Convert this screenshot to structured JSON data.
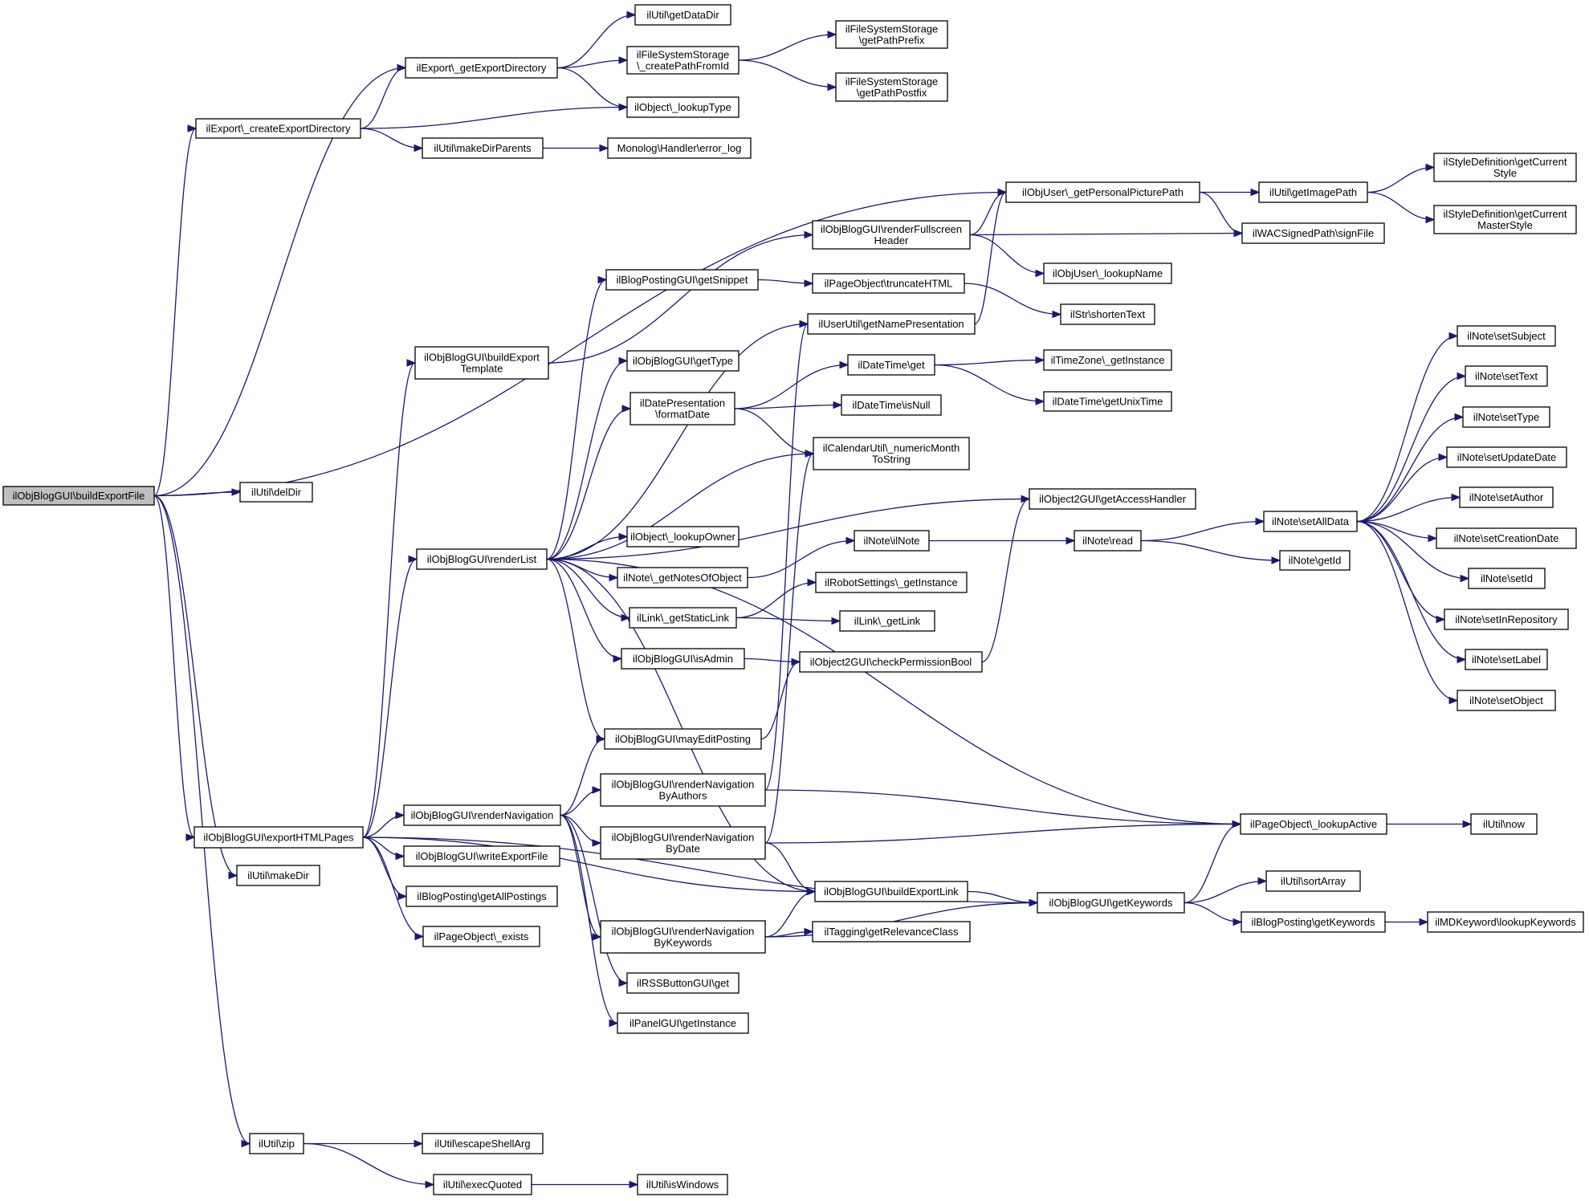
{
  "diagram": {
    "title": "",
    "nodes": [
      {
        "id": "root",
        "lines": [
          "ilObjBlogGUI\\buildExportFile"
        ]
      },
      {
        "id": "n1",
        "lines": [
          "ilExport\\_createExportDirectory"
        ]
      },
      {
        "id": "n2",
        "lines": [
          "ilExport\\_getExportDirectory"
        ]
      },
      {
        "id": "n3",
        "lines": [
          "ilUtil\\getDataDir"
        ]
      },
      {
        "id": "n4",
        "lines": [
          "ilFileSystemStorage",
          "\\_createPathFromId"
        ]
      },
      {
        "id": "n5",
        "lines": [
          "ilFileSystemStorage",
          "\\getPathPrefix"
        ]
      },
      {
        "id": "n6",
        "lines": [
          "ilFileSystemStorage",
          "\\getPathPostfix"
        ]
      },
      {
        "id": "n7",
        "lines": [
          "ilObject\\_lookupType"
        ]
      },
      {
        "id": "n8",
        "lines": [
          "ilUtil\\makeDirParents"
        ]
      },
      {
        "id": "n9",
        "lines": [
          "Monolog\\Handler\\error_log"
        ]
      },
      {
        "id": "n10",
        "lines": [
          "ilObjUser\\_getPersonalPicturePath"
        ]
      },
      {
        "id": "n11",
        "lines": [
          "ilUtil\\getImagePath"
        ]
      },
      {
        "id": "n12",
        "lines": [
          "ilStyleDefinition\\getCurrent",
          "Style"
        ]
      },
      {
        "id": "n13",
        "lines": [
          "ilStyleDefinition\\getCurrent",
          "MasterStyle"
        ]
      },
      {
        "id": "n14",
        "lines": [
          "ilWACSignedPath\\signFile"
        ]
      },
      {
        "id": "n15",
        "lines": [
          "ilObjBlogGUI\\renderFullscreen",
          "Header"
        ]
      },
      {
        "id": "n16",
        "lines": [
          "ilObjUser\\_lookupName"
        ]
      },
      {
        "id": "n17",
        "lines": [
          "ilBlogPostingGUI\\getSnippet"
        ]
      },
      {
        "id": "n18",
        "lines": [
          "ilPageObject\\truncateHTML"
        ]
      },
      {
        "id": "n19",
        "lines": [
          "ilStr\\shortenText"
        ]
      },
      {
        "id": "n20",
        "lines": [
          "ilUserUtil\\getNamePresentation"
        ]
      },
      {
        "id": "n21",
        "lines": [
          "ilObjBlogGUI\\buildExport",
          "Template"
        ]
      },
      {
        "id": "n22",
        "lines": [
          "ilObjBlogGUI\\getType"
        ]
      },
      {
        "id": "n23",
        "lines": [
          "ilDateTime\\get"
        ]
      },
      {
        "id": "n24",
        "lines": [
          "ilTimeZone\\_getInstance"
        ]
      },
      {
        "id": "n25",
        "lines": [
          "ilDateTime\\getUnixTime"
        ]
      },
      {
        "id": "n26",
        "lines": [
          "ilDatePresentation",
          "\\formatDate"
        ]
      },
      {
        "id": "n27",
        "lines": [
          "ilDateTime\\isNull"
        ]
      },
      {
        "id": "n28",
        "lines": [
          "ilCalendarUtil\\_numericMonth",
          "ToString"
        ]
      },
      {
        "id": "n29",
        "lines": [
          "ilUtil\\delDir"
        ]
      },
      {
        "id": "n30",
        "lines": [
          "ilObject2GUI\\getAccessHandler"
        ]
      },
      {
        "id": "n31",
        "lines": [
          "ilObject\\_lookupOwner"
        ]
      },
      {
        "id": "n32",
        "lines": [
          "ilObjBlogGUI\\renderList"
        ]
      },
      {
        "id": "n33",
        "lines": [
          "ilNote\\_getNotesOfObject"
        ]
      },
      {
        "id": "n34",
        "lines": [
          "ilNote\\ilNote"
        ]
      },
      {
        "id": "n35",
        "lines": [
          "ilNote\\read"
        ]
      },
      {
        "id": "n36",
        "lines": [
          "ilNote\\setAllData"
        ]
      },
      {
        "id": "n37",
        "lines": [
          "ilNote\\getId"
        ]
      },
      {
        "id": "n38",
        "lines": [
          "ilRobotSettings\\_getInstance"
        ]
      },
      {
        "id": "n39",
        "lines": [
          "ilLink\\_getStaticLink"
        ]
      },
      {
        "id": "n40",
        "lines": [
          "ilLink\\_getLink"
        ]
      },
      {
        "id": "n41",
        "lines": [
          "ilObjBlogGUI\\isAdmin"
        ]
      },
      {
        "id": "n42",
        "lines": [
          "ilObject2GUI\\checkPermissionBool"
        ]
      },
      {
        "id": "n43",
        "lines": [
          "ilObjBlogGUI\\mayEditPosting"
        ]
      },
      {
        "id": "n44",
        "lines": [
          "ilObjBlogGUI\\renderNavigation",
          "ByAuthors"
        ]
      },
      {
        "id": "n45",
        "lines": [
          "ilObjBlogGUI\\renderNavigation"
        ]
      },
      {
        "id": "n46",
        "lines": [
          "ilObjBlogGUI\\exportHTMLPages"
        ]
      },
      {
        "id": "n47",
        "lines": [
          "ilObjBlogGUI\\renderNavigation",
          "ByDate"
        ]
      },
      {
        "id": "n48",
        "lines": [
          "ilPageObject\\_lookupActive"
        ]
      },
      {
        "id": "n49",
        "lines": [
          "ilUtil\\now"
        ]
      },
      {
        "id": "n50",
        "lines": [
          "ilObjBlogGUI\\writeExportFile"
        ]
      },
      {
        "id": "n51",
        "lines": [
          "ilUtil\\makeDir"
        ]
      },
      {
        "id": "n52",
        "lines": [
          "ilBlogPosting\\getAllPostings"
        ]
      },
      {
        "id": "n53",
        "lines": [
          "ilObjBlogGUI\\buildExportLink"
        ]
      },
      {
        "id": "n54",
        "lines": [
          "ilObjBlogGUI\\getKeywords"
        ]
      },
      {
        "id": "n55",
        "lines": [
          "ilUtil\\sortArray"
        ]
      },
      {
        "id": "n56",
        "lines": [
          "ilBlogPosting\\getKeywords"
        ]
      },
      {
        "id": "n57",
        "lines": [
          "ilMDKeyword\\lookupKeywords"
        ]
      },
      {
        "id": "n58",
        "lines": [
          "ilPageObject\\_exists"
        ]
      },
      {
        "id": "n59",
        "lines": [
          "ilObjBlogGUI\\renderNavigation",
          "ByKeywords"
        ]
      },
      {
        "id": "n60",
        "lines": [
          "ilTagging\\getRelevanceClass"
        ]
      },
      {
        "id": "n61",
        "lines": [
          "ilRSSButtonGUI\\get"
        ]
      },
      {
        "id": "n62",
        "lines": [
          "ilPanelGUI\\getInstance"
        ]
      },
      {
        "id": "n63",
        "lines": [
          "ilUtil\\zip"
        ]
      },
      {
        "id": "n64",
        "lines": [
          "ilUtil\\escapeShellArg"
        ]
      },
      {
        "id": "n65",
        "lines": [
          "ilUtil\\execQuoted"
        ]
      },
      {
        "id": "n66",
        "lines": [
          "ilUtil\\isWindows"
        ]
      },
      {
        "id": "n67",
        "lines": [
          "ilNote\\setSubject"
        ]
      },
      {
        "id": "n68",
        "lines": [
          "ilNote\\setText"
        ]
      },
      {
        "id": "n69",
        "lines": [
          "ilNote\\setType"
        ]
      },
      {
        "id": "n70",
        "lines": [
          "ilNote\\setUpdateDate"
        ]
      },
      {
        "id": "n71",
        "lines": [
          "ilNote\\setAuthor"
        ]
      },
      {
        "id": "n72",
        "lines": [
          "ilNote\\setCreationDate"
        ]
      },
      {
        "id": "n73",
        "lines": [
          "ilNote\\setId"
        ]
      },
      {
        "id": "n74",
        "lines": [
          "ilNote\\setInRepository"
        ]
      },
      {
        "id": "n75",
        "lines": [
          "ilNote\\setLabel"
        ]
      },
      {
        "id": "n76",
        "lines": [
          "ilNote\\setObject"
        ]
      }
    ],
    "edges": [
      [
        "root",
        "n1"
      ],
      [
        "root",
        "n2"
      ],
      [
        "root",
        "n10"
      ],
      [
        "root",
        "n29"
      ],
      [
        "root",
        "n46"
      ],
      [
        "root",
        "n51"
      ],
      [
        "root",
        "n63"
      ],
      [
        "n1",
        "n2"
      ],
      [
        "n1",
        "n7"
      ],
      [
        "n1",
        "n8"
      ],
      [
        "n2",
        "n3"
      ],
      [
        "n2",
        "n4"
      ],
      [
        "n2",
        "n7"
      ],
      [
        "n4",
        "n5"
      ],
      [
        "n4",
        "n6"
      ],
      [
        "n8",
        "n9"
      ],
      [
        "n10",
        "n11"
      ],
      [
        "n10",
        "n14"
      ],
      [
        "n11",
        "n12"
      ],
      [
        "n11",
        "n13"
      ],
      [
        "n15",
        "n10"
      ],
      [
        "n15",
        "n14"
      ],
      [
        "n15",
        "n16"
      ],
      [
        "n17",
        "n18"
      ],
      [
        "n18",
        "n19"
      ],
      [
        "n20",
        "n10"
      ],
      [
        "n21",
        "n15"
      ],
      [
        "n23",
        "n24"
      ],
      [
        "n23",
        "n25"
      ],
      [
        "n26",
        "n23"
      ],
      [
        "n26",
        "n27"
      ],
      [
        "n26",
        "n28"
      ],
      [
        "n32",
        "n17"
      ],
      [
        "n32",
        "n20"
      ],
      [
        "n32",
        "n22"
      ],
      [
        "n32",
        "n26"
      ],
      [
        "n32",
        "n28"
      ],
      [
        "n32",
        "n30"
      ],
      [
        "n32",
        "n31"
      ],
      [
        "n32",
        "n33"
      ],
      [
        "n32",
        "n39"
      ],
      [
        "n32",
        "n41"
      ],
      [
        "n32",
        "n43"
      ],
      [
        "n32",
        "n48"
      ],
      [
        "n32",
        "n53"
      ],
      [
        "n33",
        "n34"
      ],
      [
        "n34",
        "n35"
      ],
      [
        "n35",
        "n36"
      ],
      [
        "n35",
        "n37"
      ],
      [
        "n36",
        "n67"
      ],
      [
        "n36",
        "n68"
      ],
      [
        "n36",
        "n69"
      ],
      [
        "n36",
        "n70"
      ],
      [
        "n36",
        "n71"
      ],
      [
        "n36",
        "n72"
      ],
      [
        "n36",
        "n73"
      ],
      [
        "n36",
        "n74"
      ],
      [
        "n36",
        "n75"
      ],
      [
        "n36",
        "n76"
      ],
      [
        "n39",
        "n38"
      ],
      [
        "n39",
        "n40"
      ],
      [
        "n41",
        "n42"
      ],
      [
        "n42",
        "n30"
      ],
      [
        "n43",
        "n42"
      ],
      [
        "n44",
        "n20"
      ],
      [
        "n44",
        "n48"
      ],
      [
        "n45",
        "n43"
      ],
      [
        "n45",
        "n44"
      ],
      [
        "n45",
        "n47"
      ],
      [
        "n45",
        "n59"
      ],
      [
        "n45",
        "n61"
      ],
      [
        "n45",
        "n62"
      ],
      [
        "n46",
        "n21"
      ],
      [
        "n46",
        "n32"
      ],
      [
        "n46",
        "n45"
      ],
      [
        "n46",
        "n50"
      ],
      [
        "n46",
        "n52"
      ],
      [
        "n46",
        "n58"
      ],
      [
        "n46",
        "n53"
      ],
      [
        "n46",
        "n54"
      ],
      [
        "n47",
        "n28"
      ],
      [
        "n47",
        "n48"
      ],
      [
        "n47",
        "n53"
      ],
      [
        "n48",
        "n49"
      ],
      [
        "n53",
        "n54"
      ],
      [
        "n54",
        "n48"
      ],
      [
        "n54",
        "n55"
      ],
      [
        "n54",
        "n56"
      ],
      [
        "n56",
        "n57"
      ],
      [
        "n59",
        "n53"
      ],
      [
        "n59",
        "n54"
      ],
      [
        "n59",
        "n60"
      ],
      [
        "n63",
        "n64"
      ],
      [
        "n63",
        "n65"
      ],
      [
        "n65",
        "n66"
      ]
    ]
  }
}
